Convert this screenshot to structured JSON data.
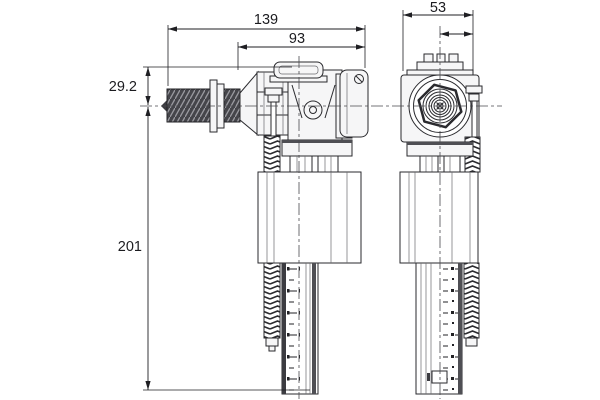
{
  "drawing": {
    "type": "fill-valve-technical-drawing",
    "dimensions": {
      "overall_length": "139",
      "head_length": "93",
      "front_width": "53",
      "inlet_axis_offset": "29.2",
      "height_below_axis": "201"
    },
    "colors": {
      "line": "#2a2a2e",
      "thread_dark": "#45454a",
      "background": "#ffffff"
    }
  }
}
